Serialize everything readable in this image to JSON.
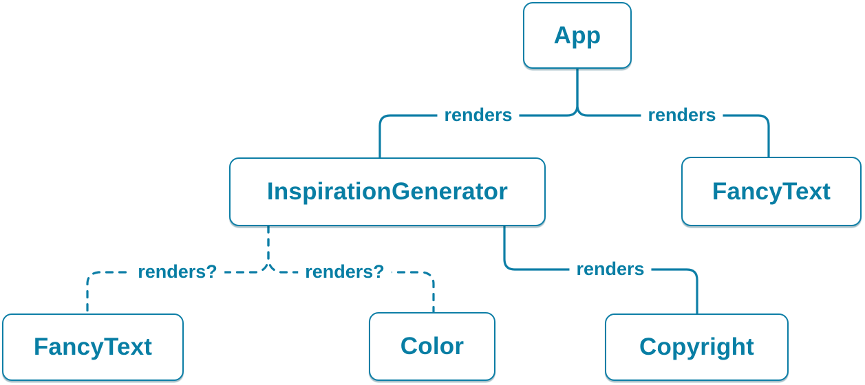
{
  "colors": {
    "accent": "#0d7ea6",
    "node_text": "#087ea4",
    "node_bg": "#ffffff"
  },
  "diagram_type": "component-render-tree",
  "nodes": [
    {
      "id": "app",
      "label": "App"
    },
    {
      "id": "inspiration-generator",
      "label": "InspirationGenerator"
    },
    {
      "id": "fancy-text-top",
      "label": "FancyText"
    },
    {
      "id": "fancy-text-bottom",
      "label": "FancyText"
    },
    {
      "id": "color",
      "label": "Color"
    },
    {
      "id": "copyright",
      "label": "Copyright"
    }
  ],
  "edges": [
    {
      "from": "App",
      "to": "InspirationGenerator",
      "label": "renders",
      "style": "solid"
    },
    {
      "from": "App",
      "to": "FancyText",
      "label": "renders",
      "style": "solid"
    },
    {
      "from": "InspirationGenerator",
      "to": "FancyText",
      "label": "renders?",
      "style": "dashed"
    },
    {
      "from": "InspirationGenerator",
      "to": "Color",
      "label": "renders?",
      "style": "dashed"
    },
    {
      "from": "InspirationGenerator",
      "to": "Copyright",
      "label": "renders",
      "style": "solid"
    }
  ]
}
